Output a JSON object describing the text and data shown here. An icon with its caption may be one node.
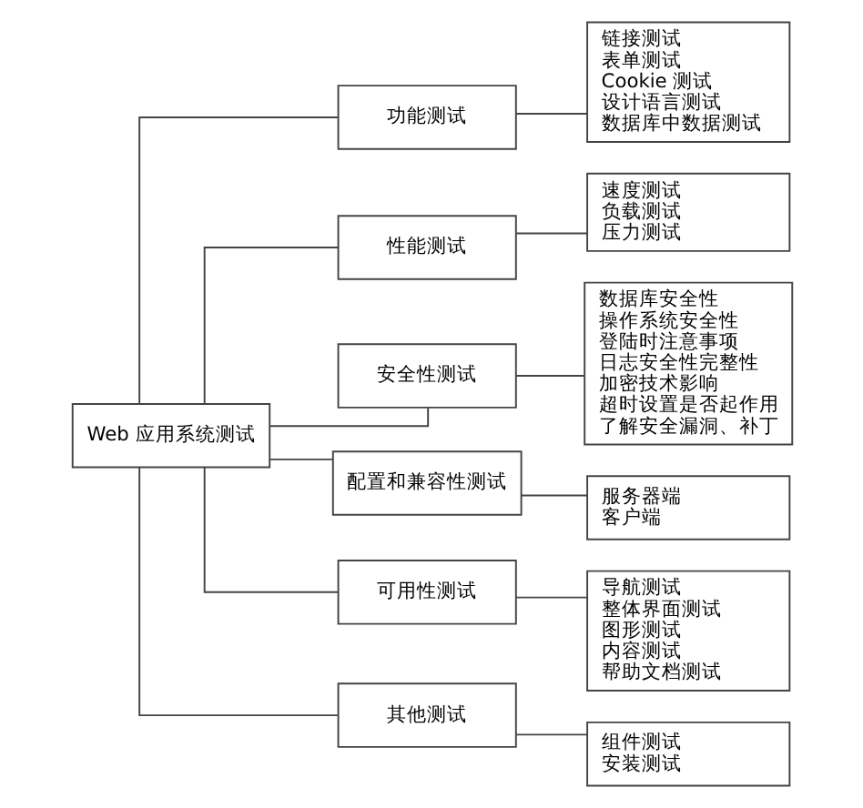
{
  "diagram": {
    "nodes": [
      {
        "text": [
          "Web 应用系统测试"
        ]
      },
      {
        "text": [
          "功能测试"
        ]
      },
      {
        "text": [
          "链接测试",
          "表单测试",
          "Cookie 测试",
          "设计语言测试",
          "数据库中数据测试"
        ]
      },
      {
        "text": [
          "性能测试"
        ]
      },
      {
        "text": [
          "速度测试",
          "负载测试",
          "压力测试"
        ]
      },
      {
        "text": [
          "安全性测试"
        ]
      },
      {
        "text": [
          "数据库安全性",
          "操作系统安全性",
          "登陆时注意事项",
          "日志安全性完整性",
          "加密技术影响",
          "超时设置是否起作用",
          "了解安全漏洞、补丁"
        ]
      },
      {
        "text": [
          "配置和兼容性测试"
        ]
      },
      {
        "text": [
          "服务器端",
          "客户端"
        ]
      },
      {
        "text": [
          "可用性测试"
        ]
      },
      {
        "text": [
          "导航测试",
          "整体界面测试",
          "图形测试",
          "内容测试",
          "帮助文档测试"
        ]
      },
      {
        "text": [
          "其他测试"
        ]
      },
      {
        "text": [
          "组件测试",
          "安装测试"
        ]
      }
    ],
    "edges": [
      {
        "from": 0,
        "to": 1,
        "arrow": "none"
      },
      {
        "from": 0,
        "to": 3,
        "arrow": "none"
      },
      {
        "from": 0,
        "to": 5,
        "arrow": "none"
      },
      {
        "from": 0,
        "to": 7,
        "arrow": "none"
      },
      {
        "from": 0,
        "to": 9,
        "arrow": "none"
      },
      {
        "from": 0,
        "to": 11,
        "arrow": "none"
      },
      {
        "from": 1,
        "to": 2,
        "arrow": "none"
      },
      {
        "from": 3,
        "to": 4,
        "arrow": "none"
      },
      {
        "from": 5,
        "to": 6,
        "arrow": "none"
      },
      {
        "from": 7,
        "to": 8,
        "arrow": "none"
      },
      {
        "from": 9,
        "to": 10,
        "arrow": "none"
      },
      {
        "from": 11,
        "to": 12,
        "arrow": "none"
      }
    ]
  }
}
